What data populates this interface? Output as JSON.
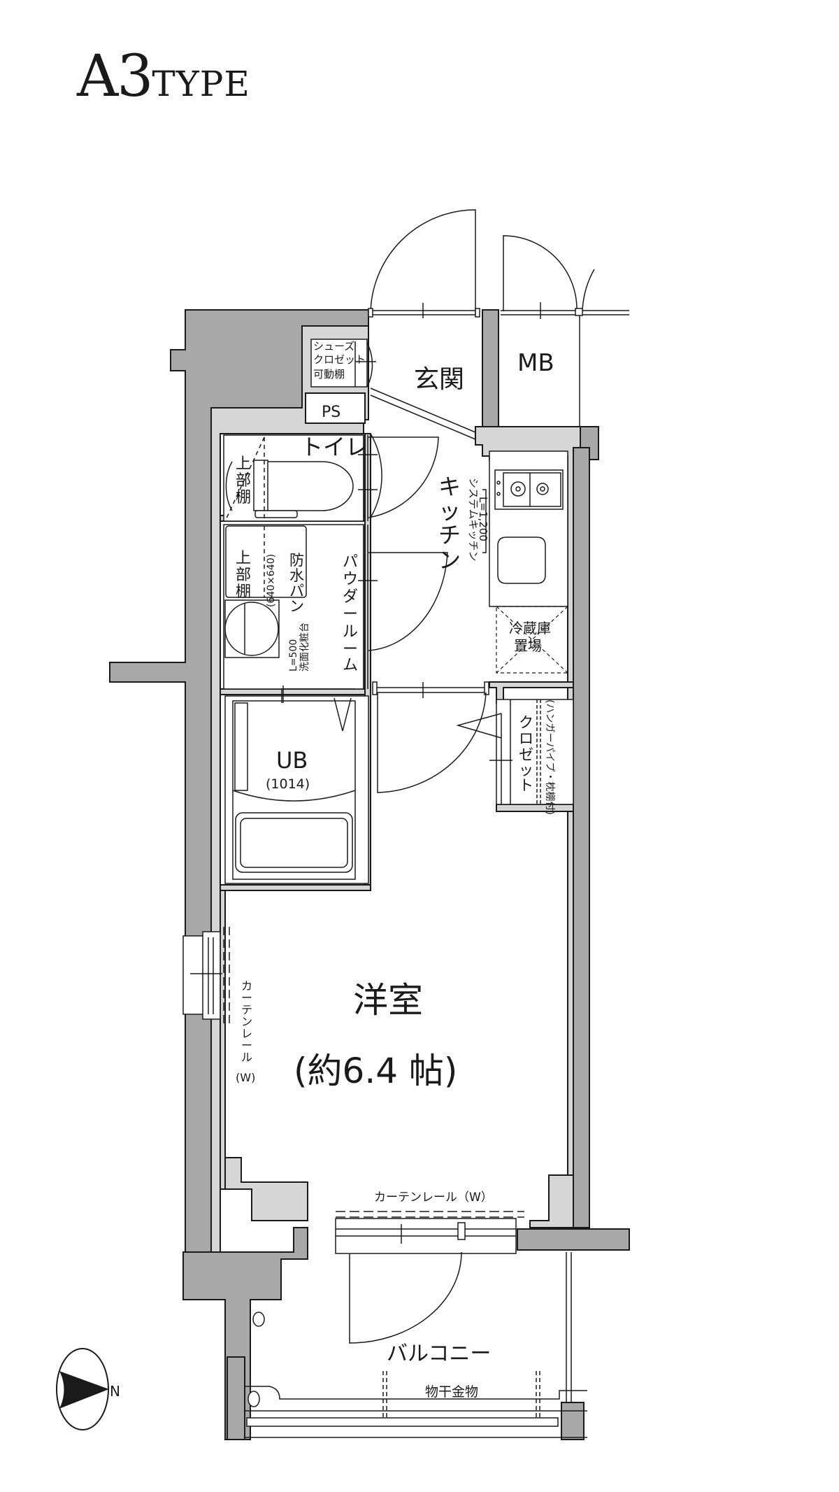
{
  "title": {
    "type_code": "A3",
    "type_suffix": "TYPE"
  },
  "rooms": {
    "entrance": "玄関",
    "mb": "MB",
    "ps": "PS",
    "shoe_closet": [
      "シューズ",
      "クロゼット",
      "可動棚"
    ],
    "toilet": "トイレ",
    "upper_shelf_1": [
      "上",
      "部",
      "棚"
    ],
    "upper_shelf_2": [
      "上",
      "部",
      "棚"
    ],
    "waterproof_pan": [
      "防",
      "水",
      "パ",
      "ン"
    ],
    "waterproof_pan_size": "(640×640)",
    "washbasin": "洗面化粧台",
    "washbasin_size": "L=500",
    "powder_room": [
      "パ",
      "ウ",
      "ダ",
      "ー",
      "ル",
      "ー",
      "ム"
    ],
    "kitchen": [
      "キ",
      "ッ",
      "チ",
      "ン"
    ],
    "system_kitchen": "システムキッチン",
    "system_kitchen_size": "L=1,200",
    "fridge": [
      "冷蔵庫",
      "置場"
    ],
    "ub": "UB",
    "ub_size": "(1014)",
    "closet": [
      "ク",
      "ロ",
      "ゼ",
      "ッ",
      "ト"
    ],
    "closet_note": "(ハンガーパイプ・枕棚付)",
    "western_room": "洋室",
    "western_room_size": "(約6.4 帖)",
    "curtain_rail_side": [
      "カ",
      "ー",
      "テ",
      "ン",
      "レ",
      "ー",
      "ル"
    ],
    "curtain_rail_side_w": "(W)",
    "curtain_rail_bottom": "カーテンレール（W）",
    "balcony": "バルコニー",
    "laundry_hanger": "物干金物"
  },
  "compass": {
    "direction": "N"
  },
  "colors": {
    "wall_dark": "#a8a8a8",
    "wall_light": "#d6d6d6",
    "line": "#1a1a1a",
    "background": "#ffffff"
  }
}
